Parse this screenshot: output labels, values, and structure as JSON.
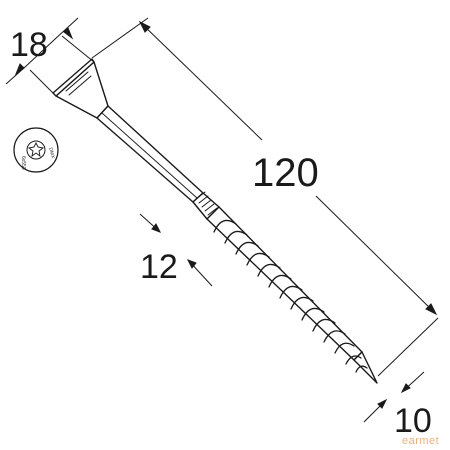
{
  "drawing": {
    "subject": "wood screw dimension drawing",
    "colors": {
      "line": "#1a1a1a",
      "background": "#ffffff",
      "watermark": "#e8b37a"
    }
  },
  "dimensions": {
    "head_diameter": "18",
    "total_length": "120",
    "shank_diameter": "12",
    "tip_width": "10"
  },
  "head_marking": {
    "brand": "DMX",
    "code": "DMX",
    "sub_code": "6x550"
  },
  "watermark": {
    "text": "earmet"
  }
}
